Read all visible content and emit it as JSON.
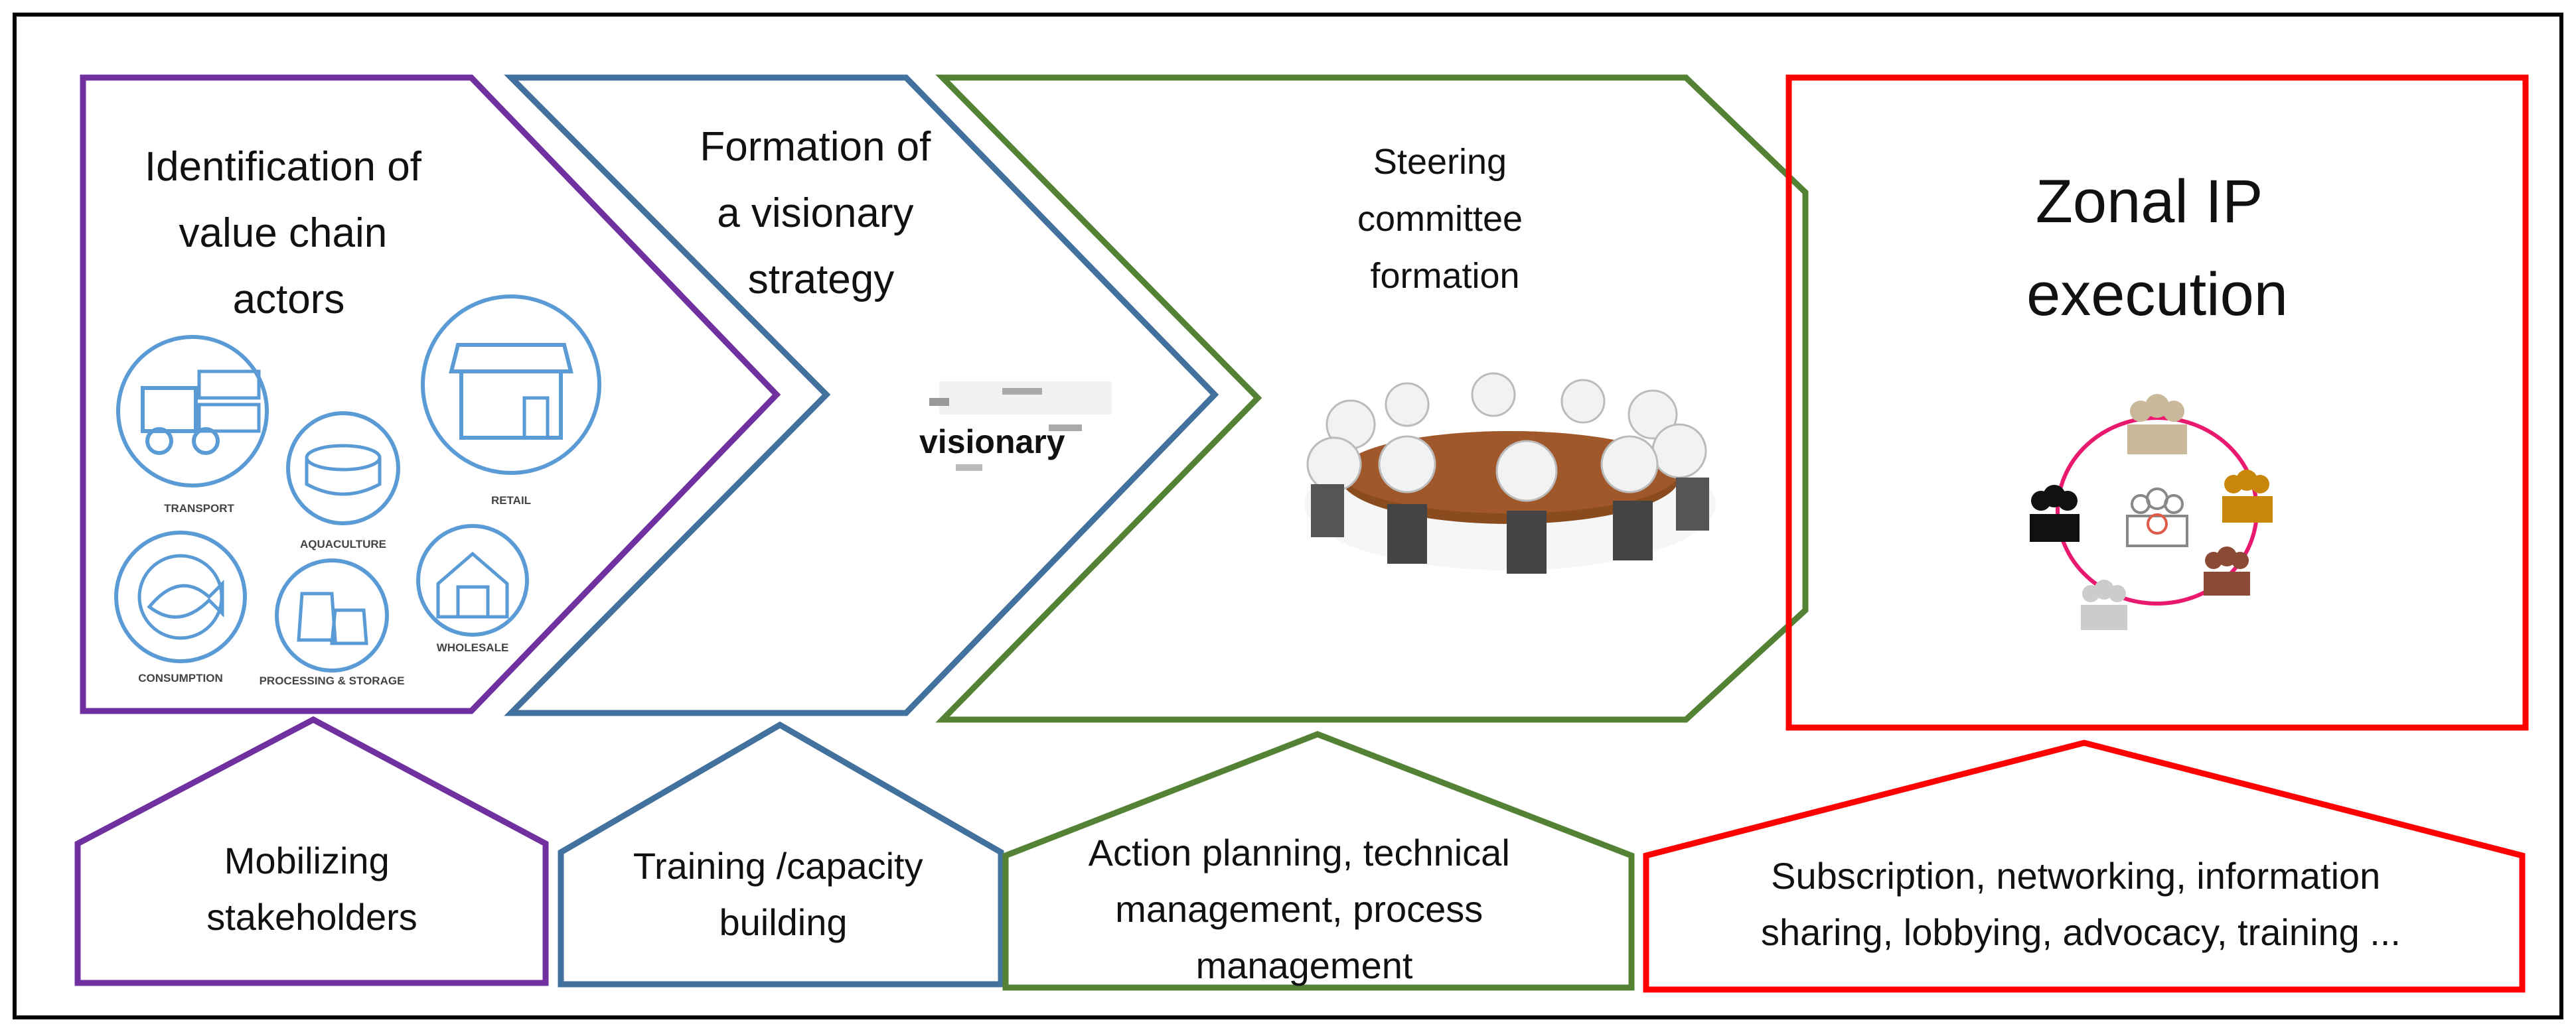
{
  "colors": {
    "purple": "#7030a0",
    "blue": "#41719c",
    "green": "#548235",
    "red": "#ff0000",
    "border": "#000000",
    "icon_blue": "#5b9bd5",
    "word_red": "#8b1a1a"
  },
  "stages": [
    {
      "lines": [
        "Identification of",
        "value chain",
        "actors"
      ]
    },
    {
      "lines": [
        "Formation of",
        "a visionary",
        "strategy"
      ]
    },
    {
      "lines": [
        "Steering",
        "committee",
        "formation"
      ]
    },
    {
      "lines": [
        "Zonal IP",
        "execution"
      ]
    }
  ],
  "activities": [
    {
      "lines": [
        "Mobilizing",
        "stakeholders"
      ]
    },
    {
      "lines": [
        "Training /capacity",
        "building"
      ]
    },
    {
      "lines": [
        "Action planning, technical",
        "management, process",
        "management"
      ]
    },
    {
      "lines": [
        "Subscription, networking, information",
        "sharing, lobbying, advocacy, training ..."
      ]
    }
  ],
  "value_chain_icons": [
    {
      "icon": "truck-icon",
      "label": "TRANSPORT"
    },
    {
      "icon": "aquaculture-pond-icon",
      "label": "AQUACULTURE"
    },
    {
      "icon": "retail-shop-icon",
      "label": "RETAIL"
    },
    {
      "icon": "fish-plate-icon",
      "label": "CONSUMPTION"
    },
    {
      "icon": "storage-bags-icon",
      "label": "PROCESSING & STORAGE"
    },
    {
      "icon": "warehouse-icon",
      "label": "WHOLESALE"
    }
  ],
  "wordcloud": {
    "main_word": "visionary",
    "icon": "word-cloud-icon"
  },
  "meeting_image": {
    "icon": "round-table-meeting-icon"
  },
  "network_image": {
    "icon": "group-network-icon"
  }
}
